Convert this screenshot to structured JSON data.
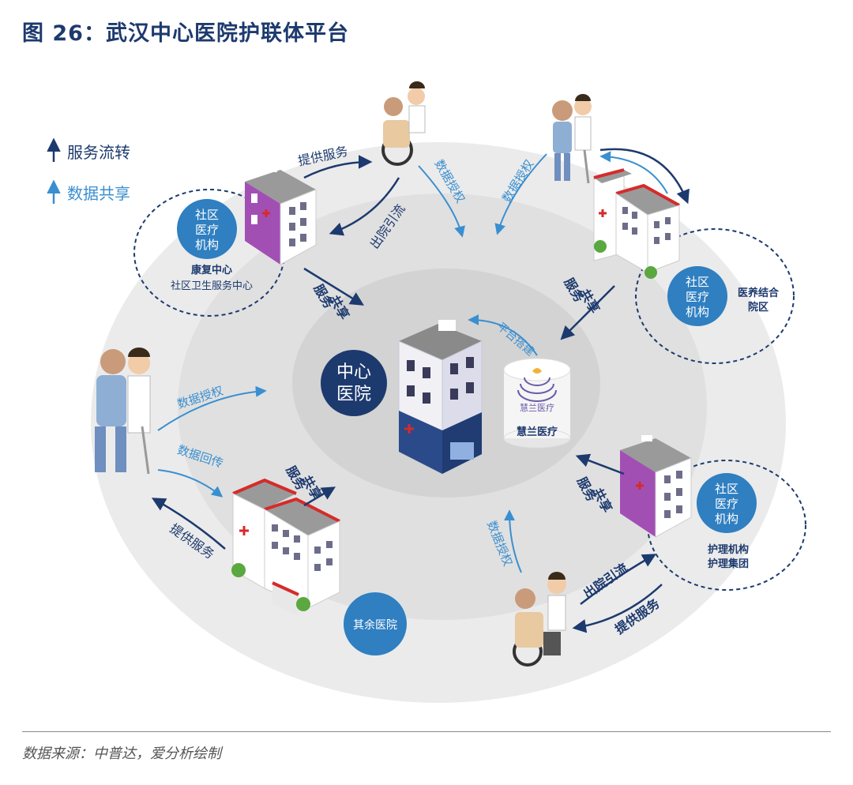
{
  "title": "图 26：武汉中心医院护联体平台",
  "source": "数据来源：中普达，爱分析绘制",
  "legend": {
    "service_flow": "服务流转",
    "data_share": "数据共享",
    "service_color": "#1d3a6e",
    "data_color": "#3a8fd0"
  },
  "center": {
    "hospital_l1": "中心",
    "hospital_l2": "医院",
    "platform_logo_text": "慧兰医疗",
    "platform_label": "慧兰医疗",
    "platform_build": "平台搭建"
  },
  "nodes": {
    "top_left": {
      "circle_l1": "社区",
      "circle_l2": "医疗",
      "circle_l3": "机构",
      "caption_l1": "康复中心",
      "caption_l2": "社区卫生服务中心"
    },
    "right": {
      "circle_l1": "社区",
      "circle_l2": "医疗",
      "circle_l3": "机构",
      "caption_l1": "医养结合",
      "caption_l2": "院区"
    },
    "bottom_right": {
      "circle_l1": "社区",
      "circle_l2": "医疗",
      "circle_l3": "机构",
      "caption_l1": "护理机构",
      "caption_l2": "护理集团"
    },
    "bottom_left": {
      "circle": "其余医院"
    }
  },
  "arrows": {
    "provide_service": "提供服务",
    "discharge": "出院引流",
    "data_auth": "数据授权",
    "service_share_l1": "服务",
    "service_share_l2": "共享",
    "data_return": "数据回传"
  },
  "colors": {
    "navy": "#1d3a6e",
    "blue": "#2f7fc1",
    "light_blue": "#3a8fd0",
    "purple": "#8a3d9b",
    "red_roof": "#d52b2b"
  }
}
